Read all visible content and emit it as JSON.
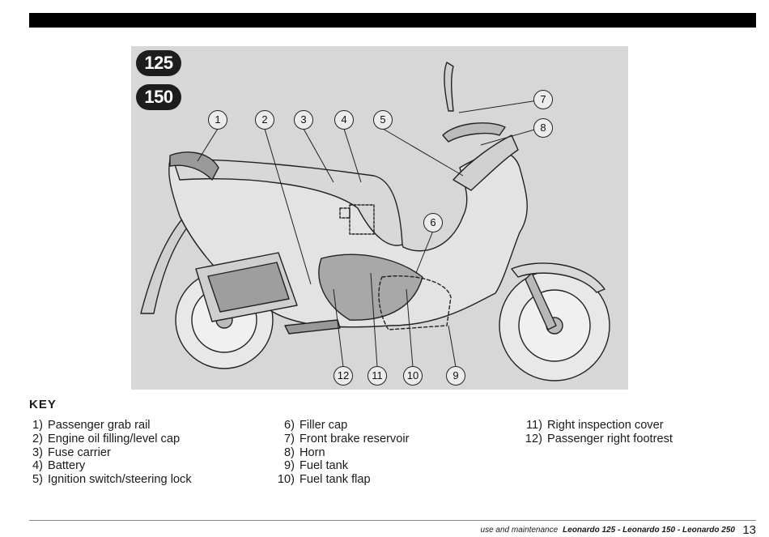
{
  "figure": {
    "models": [
      "125",
      "150"
    ],
    "callouts": [
      "1",
      "2",
      "3",
      "4",
      "5",
      "6",
      "7",
      "8",
      "9",
      "10",
      "11",
      "12"
    ]
  },
  "key": {
    "heading": "KEY",
    "columns": [
      [
        {
          "num": "1)",
          "text": "Passenger grab rail"
        },
        {
          "num": "2)",
          "text": "Engine oil filling/level cap"
        },
        {
          "num": "3)",
          "text": "Fuse carrier"
        },
        {
          "num": "4)",
          "text": "Battery"
        },
        {
          "num": "5)",
          "text": "Ignition switch/steering lock"
        }
      ],
      [
        {
          "num": "6)",
          "text": "Filler cap"
        },
        {
          "num": "7)",
          "text": "Front brake reservoir"
        },
        {
          "num": "8)",
          "text": "Horn"
        },
        {
          "num": "9)",
          "text": "Fuel tank"
        },
        {
          "num": "10)",
          "text": "Fuel tank flap"
        }
      ],
      [
        {
          "num": "11)",
          "text": "Right inspection cover"
        },
        {
          "num": "12)",
          "text": "Passenger right footrest"
        }
      ]
    ]
  },
  "footer": {
    "manual": "use and maintenance",
    "models": "Leonardo 125 - Leonardo 150 - Leonardo 250",
    "page": "13"
  }
}
